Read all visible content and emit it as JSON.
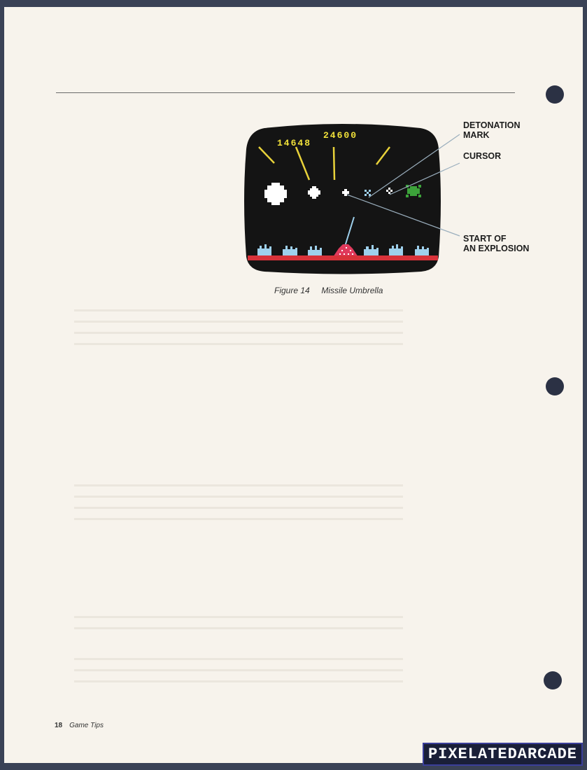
{
  "figure": {
    "caption_number": "Figure 14",
    "caption_title": "Missile Umbrella",
    "score_left": "14648",
    "score_right": "24600"
  },
  "callouts": {
    "detonation": "DETONATION\nMARK",
    "cursor": "CURSOR",
    "explosion": "START OF\nAN EXPLOSION"
  },
  "footer": {
    "page_number": "18",
    "section": "Game Tips"
  },
  "watermark": "PIXELATEDARCADE",
  "colors": {
    "screen_bg": "#141414",
    "score": "#f2e23a",
    "missile": "#e8d23a",
    "city": "#9ed0ec",
    "ground": "#d8323a",
    "base": "#e03a5c",
    "explosion": "#ffffff",
    "enemy": "#3ca33a"
  }
}
